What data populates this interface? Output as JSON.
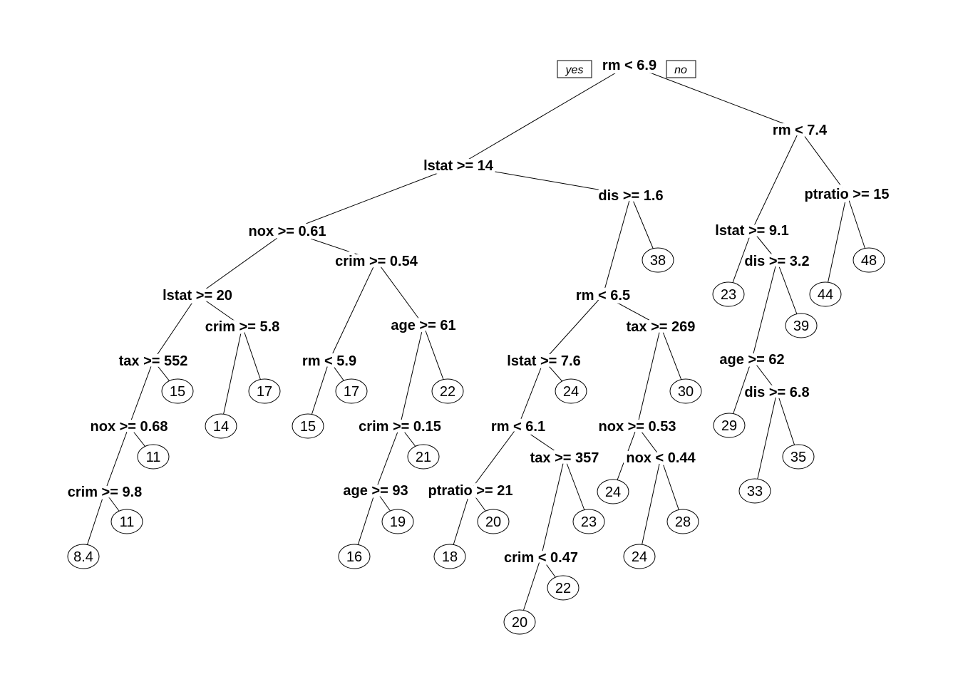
{
  "tree": {
    "root_branch_labels": {
      "yes": "yes",
      "no": "no"
    },
    "splits": [
      "rm < 6.9",
      "lstat >= 14",
      "rm < 7.4",
      "dis >= 1.6",
      "nox >= 0.61",
      "crim >= 0.54",
      "lstat >= 20",
      "crim >= 5.8",
      "tax >= 552",
      "nox >= 0.68",
      "crim >= 9.8",
      "age >= 61",
      "rm < 5.9",
      "crim >= 0.15",
      "age >= 93",
      "rm < 6.5",
      "tax >= 269",
      "lstat >= 7.6",
      "rm < 6.1",
      "tax >= 357",
      "ptratio >= 21",
      "crim < 0.47",
      "nox >= 0.53",
      "nox < 0.44",
      "ptratio >= 15",
      "lstat >= 9.1",
      "dis >= 3.2",
      "age >= 62",
      "dis >= 6.8"
    ],
    "leaves": [
      "15",
      "11",
      "11",
      "8.4",
      "14",
      "17",
      "15",
      "17",
      "22",
      "21",
      "16",
      "19",
      "18",
      "20",
      "20",
      "22",
      "23",
      "24",
      "24",
      "28",
      "30",
      "24",
      "38",
      "23",
      "39",
      "29",
      "33",
      "35",
      "44",
      "48"
    ]
  }
}
